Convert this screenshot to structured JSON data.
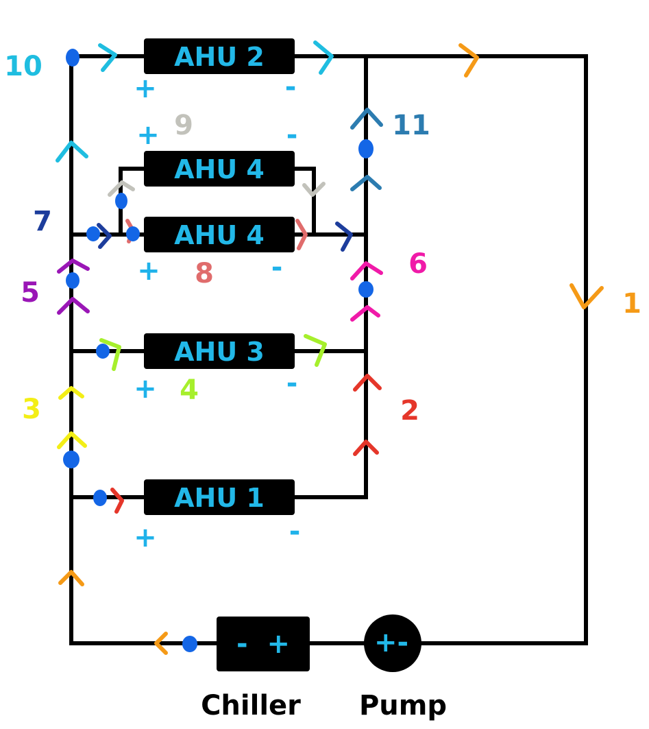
{
  "colors": {
    "wire": "#000000",
    "box_fill": "#000000",
    "box_text": "#22b8e8",
    "node": "#1466e6",
    "sign": "#1fb2ea",
    "c1": "#f59a17",
    "c2": "#e5362a",
    "c3": "#f3ee16",
    "c4": "#a6ef2c",
    "c5": "#9a16b6",
    "c6": "#f01aa8",
    "c7": "#1d3d9c",
    "c8": "#e06c6c",
    "c9": "#c2c2bb",
    "c10": "#1fbde0",
    "c11": "#2c7cb0"
  },
  "units": {
    "ahu2": "AHU 2",
    "ahu4_top": "AHU 4",
    "ahu4_bottom": "AHU 4",
    "ahu3": "AHU 3",
    "ahu1": "AHU 1",
    "chiller_signs": "-  +",
    "pump_signs": "+-"
  },
  "captions": {
    "chiller": "Chiller",
    "pump": "Pump"
  },
  "signs": {
    "plus": "+",
    "minus": "-"
  },
  "branch_labels": {
    "n1": "1",
    "n2": "2",
    "n3": "3",
    "n4": "4",
    "n5": "5",
    "n6": "6",
    "n7": "7",
    "n8": "8",
    "n9": "9",
    "n10": "10",
    "n11": "11"
  }
}
